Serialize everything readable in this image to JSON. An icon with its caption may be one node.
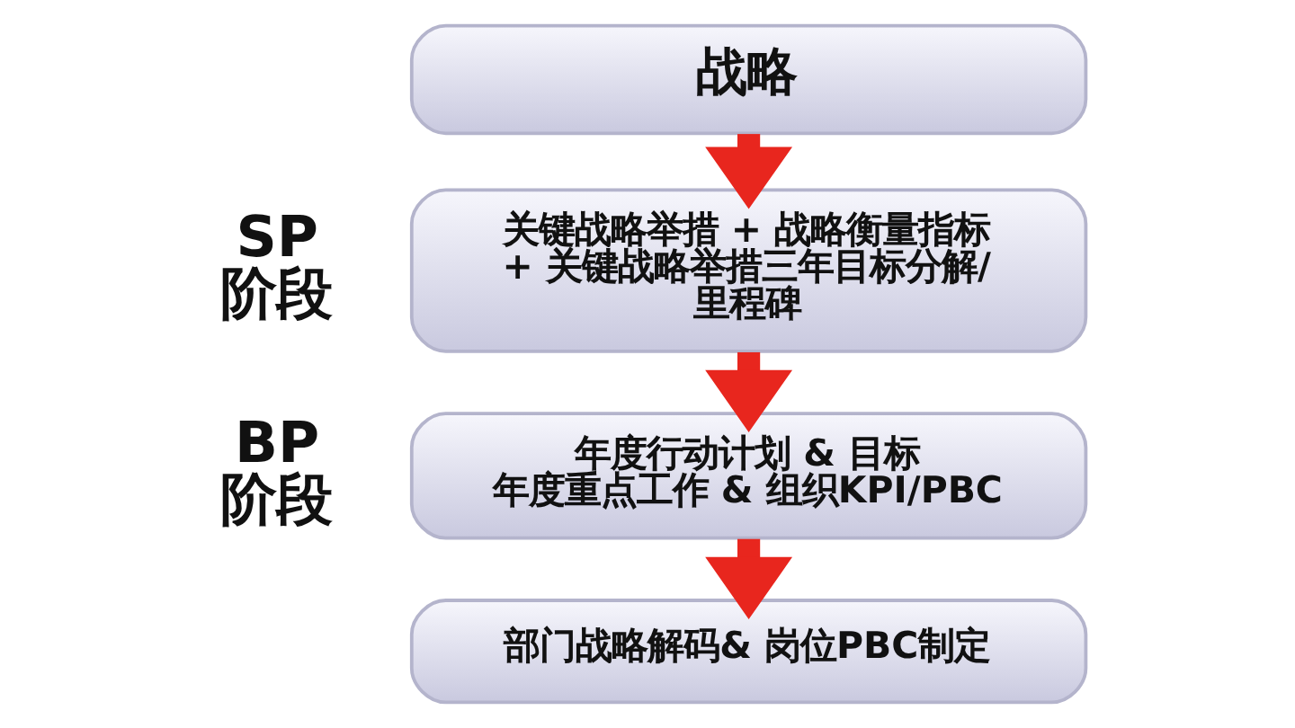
{
  "diagram": {
    "nodes": [
      {
        "text": [
          "战略"
        ]
      },
      {
        "text": [
          "关键战略举措 + 战略衡量指标 + 关键战略举措三年目标分解/里程碑"
        ]
      },
      {
        "text": [
          "年度行动计划 & 目标",
          "年度重点工作 & 组织KPI/PBC"
        ]
      },
      {
        "text": [
          "部门战略解码& 岗位PBC制定"
        ]
      }
    ],
    "edges": [
      {
        "from": 0,
        "to": 1,
        "arrow": "to"
      },
      {
        "from": 1,
        "to": 2,
        "arrow": "to"
      },
      {
        "from": 2,
        "to": 3,
        "arrow": "to"
      }
    ],
    "labels": [
      "SP 阶段",
      "BP 阶段"
    ]
  }
}
